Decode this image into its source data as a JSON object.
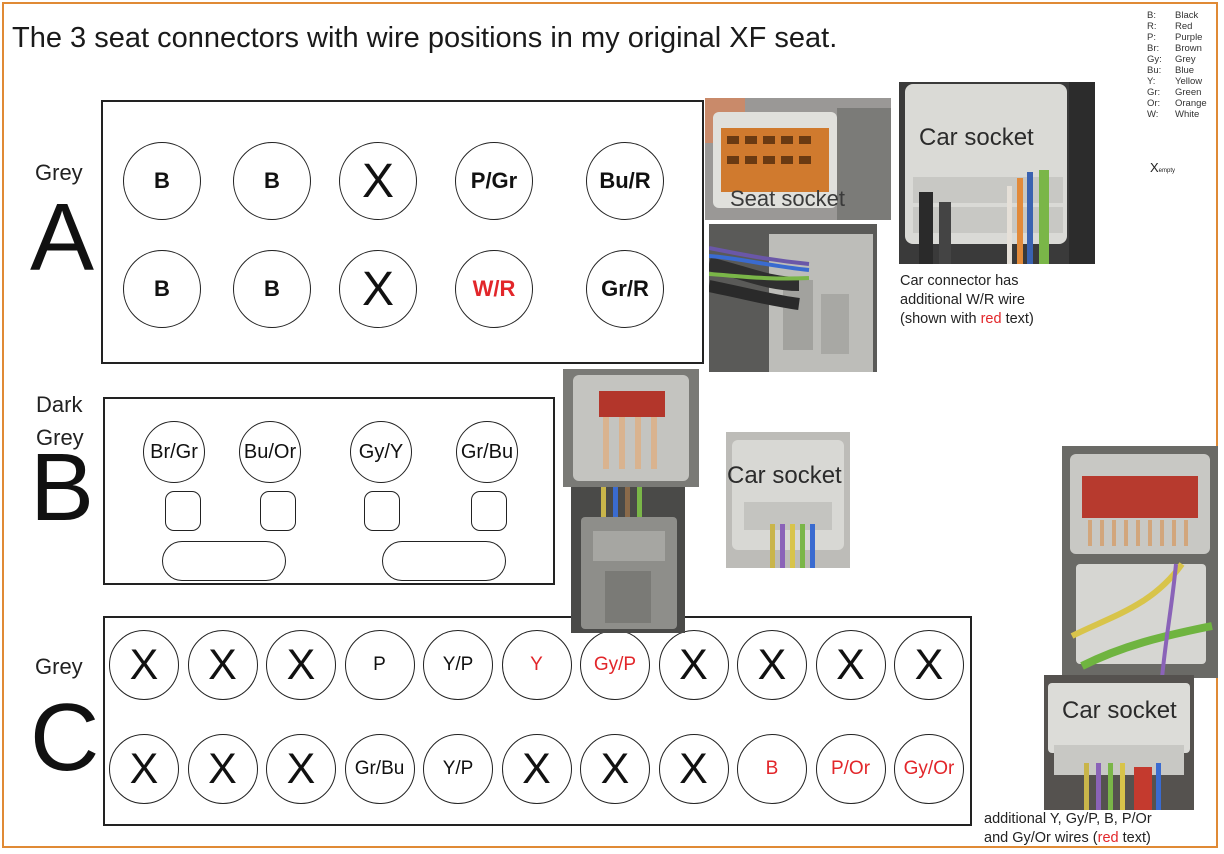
{
  "title": "The 3 seat connectors with wire positions in my original XF seat.",
  "legend": [
    {
      "code": "B:",
      "name": "Black"
    },
    {
      "code": "R:",
      "name": "Red"
    },
    {
      "code": "P:",
      "name": "Purple"
    },
    {
      "code": "Br:",
      "name": "Brown"
    },
    {
      "code": "Gy:",
      "name": "Grey"
    },
    {
      "code": "Bu:",
      "name": "Blue"
    },
    {
      "code": "Y:",
      "name": "Yellow"
    },
    {
      "code": "Gr:",
      "name": "Green"
    },
    {
      "code": "Or:",
      "name": "Orange"
    },
    {
      "code": "W:",
      "name": "White"
    }
  ],
  "legend_empty": {
    "symbol": "X",
    "label": "empty"
  },
  "colors": {
    "border": "#e08a35",
    "highlight_red": "#e2262a"
  },
  "connectors": {
    "a": {
      "color_label": "Grey",
      "letter": "A",
      "rows": [
        [
          {
            "t": "B"
          },
          {
            "t": "B"
          },
          {
            "t": "X"
          },
          {
            "t": "P/Gr"
          },
          {
            "t": "Bu/R"
          }
        ],
        [
          {
            "t": "B"
          },
          {
            "t": "B"
          },
          {
            "t": "X"
          },
          {
            "t": "W/R",
            "red": true
          },
          {
            "t": "Gr/R"
          }
        ]
      ]
    },
    "b": {
      "color_label_line1": "Dark",
      "color_label_line2": "Grey",
      "letter": "B",
      "pins": [
        {
          "t": "Br/Gr"
        },
        {
          "t": "Bu/Or"
        },
        {
          "t": "Gy/Y"
        },
        {
          "t": "Gr/Bu"
        }
      ]
    },
    "c": {
      "color_label": "Grey",
      "letter": "C",
      "rows": [
        [
          {
            "t": "X"
          },
          {
            "t": "X"
          },
          {
            "t": "X"
          },
          {
            "t": "P"
          },
          {
            "t": "Y/P"
          },
          {
            "t": "Y",
            "red": true
          },
          {
            "t": "Gy/P",
            "red": true
          },
          {
            "t": "X"
          },
          {
            "t": "X"
          },
          {
            "t": "X"
          },
          {
            "t": "X"
          }
        ],
        [
          {
            "t": "X"
          },
          {
            "t": "X"
          },
          {
            "t": "X"
          },
          {
            "t": "Gr/Bu"
          },
          {
            "t": "Y/P"
          },
          {
            "t": "X"
          },
          {
            "t": "X"
          },
          {
            "t": "X"
          },
          {
            "t": "B",
            "red": true
          },
          {
            "t": "P/Or",
            "red": true
          },
          {
            "t": "Gy/Or",
            "red": true
          }
        ]
      ]
    }
  },
  "photos": {
    "seat_socket_label": "Seat socket",
    "car_socket_a_label": "Car socket",
    "car_socket_b_label": "Car socket",
    "car_socket_c_label": "Car socket"
  },
  "notes": {
    "a_line1": "Car connector has",
    "a_line2": "additional W/R wire",
    "a_line3_pre": "(shown with ",
    "a_line3_red": "red",
    "a_line3_post": " text)",
    "c_line1": "additional Y, Gy/P, B, P/Or",
    "c_line2_pre": "and Gy/Or wires (",
    "c_line2_red": "red",
    "c_line2_post": " text)"
  }
}
